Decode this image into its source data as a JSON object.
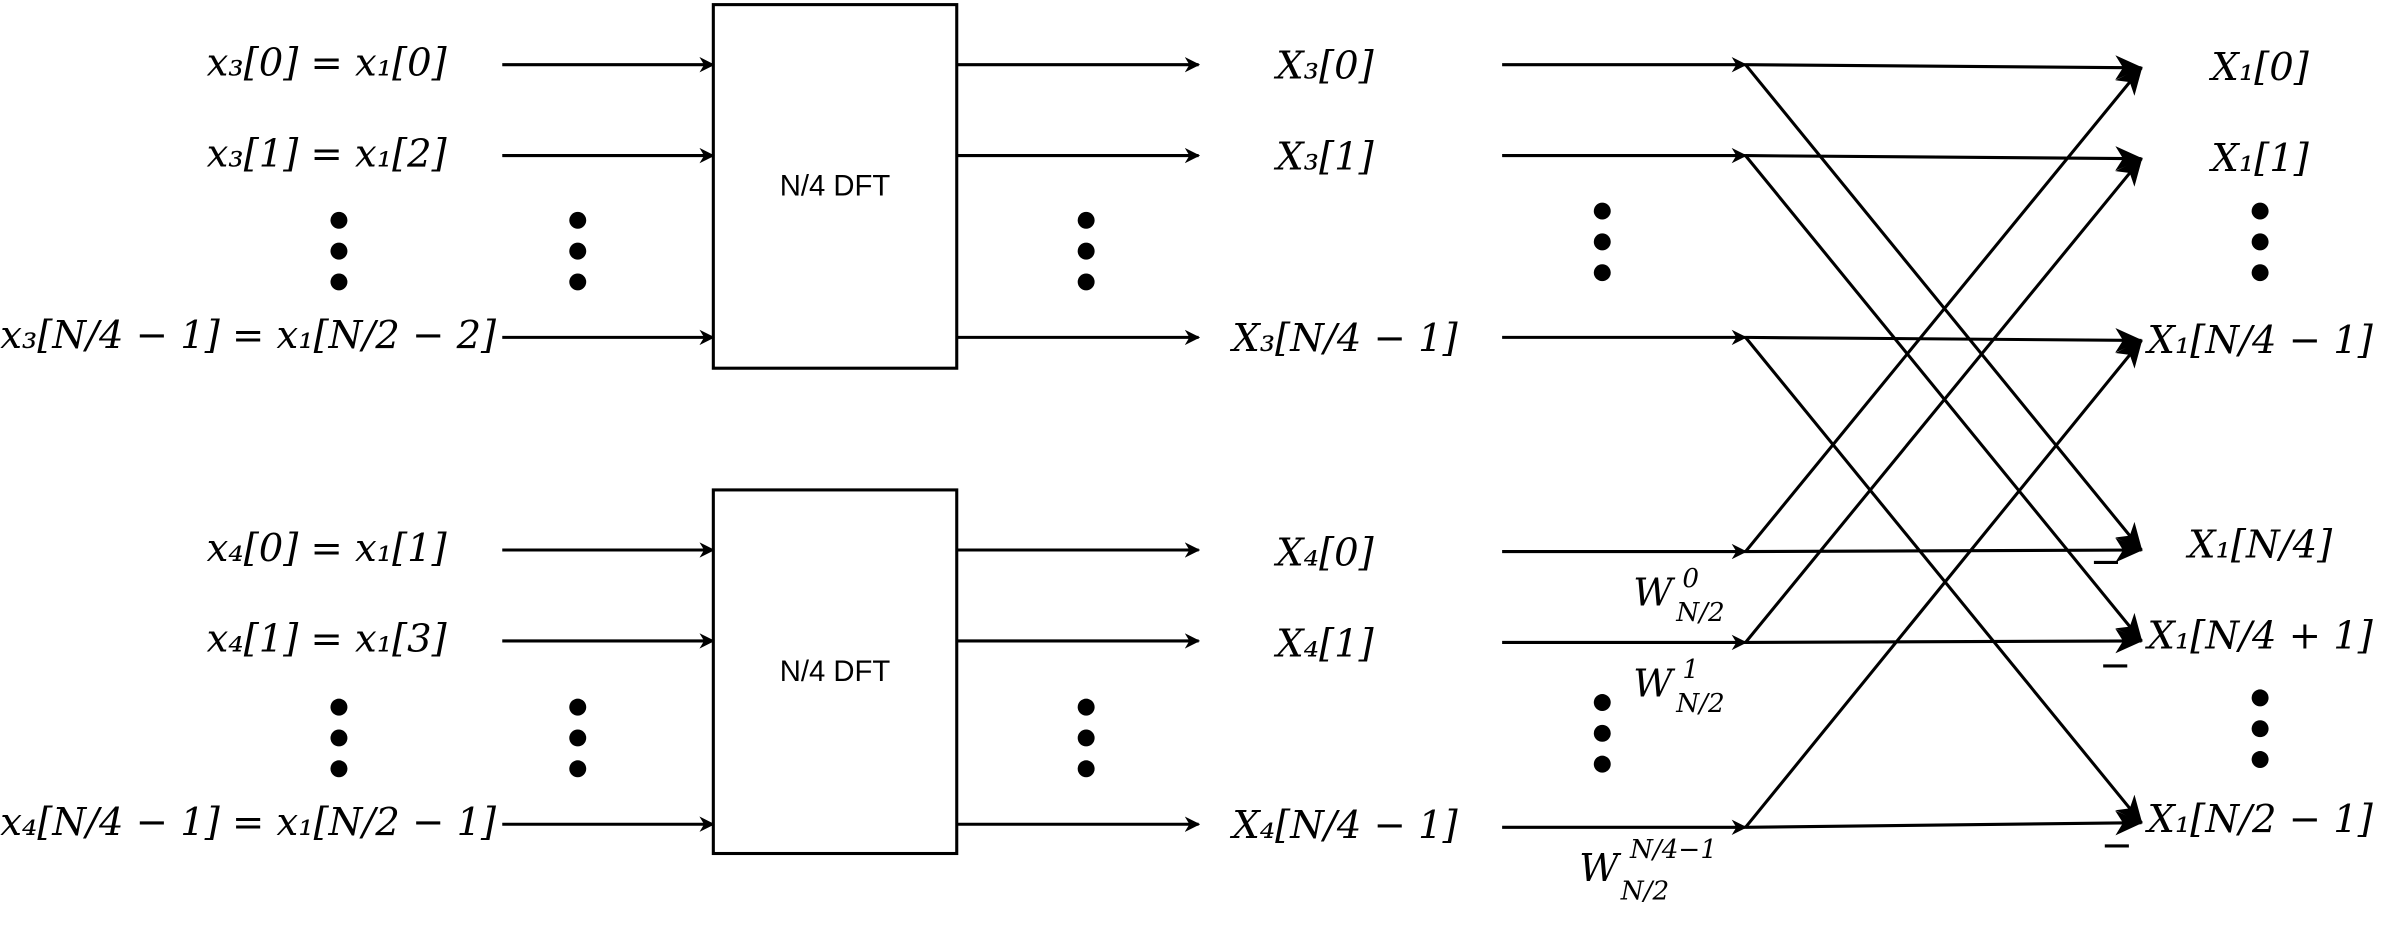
{
  "blocks": [
    {
      "label": "N/4 DFT",
      "inputs": [
        "x₃[0] = x₁[0]",
        "x₃[1] = x₁[2]",
        "x₃[N/4 − 1] = x₁[N/2 − 2]"
      ],
      "outputs": [
        "X₃[0]",
        "X₃[1]",
        "X₃[N/4 − 1]"
      ]
    },
    {
      "label": "N/4 DFT",
      "inputs": [
        "x₄[0] = x₁[1]",
        "x₄[1] = x₁[3]",
        "x₄[N/4 − 1] = x₁[N/2 − 1]"
      ],
      "outputs": [
        "X₄[0]",
        "X₄[1]",
        "X₄[N/4 − 1]"
      ]
    }
  ],
  "twiddles": [
    {
      "base": "W",
      "sup": "0",
      "sub": "N/2"
    },
    {
      "base": "W",
      "sup": "1",
      "sub": "N/2"
    },
    {
      "base": "W",
      "sup": "N/4−1",
      "sub": "N/2"
    }
  ],
  "minus_sign": "−",
  "results": [
    "X₁[0]",
    "X₁[1]",
    "X₁[N/4 − 1]",
    "X₁[N/4]",
    "X₁[N/4 + 1]",
    "X₁[N/2 − 1]"
  ]
}
